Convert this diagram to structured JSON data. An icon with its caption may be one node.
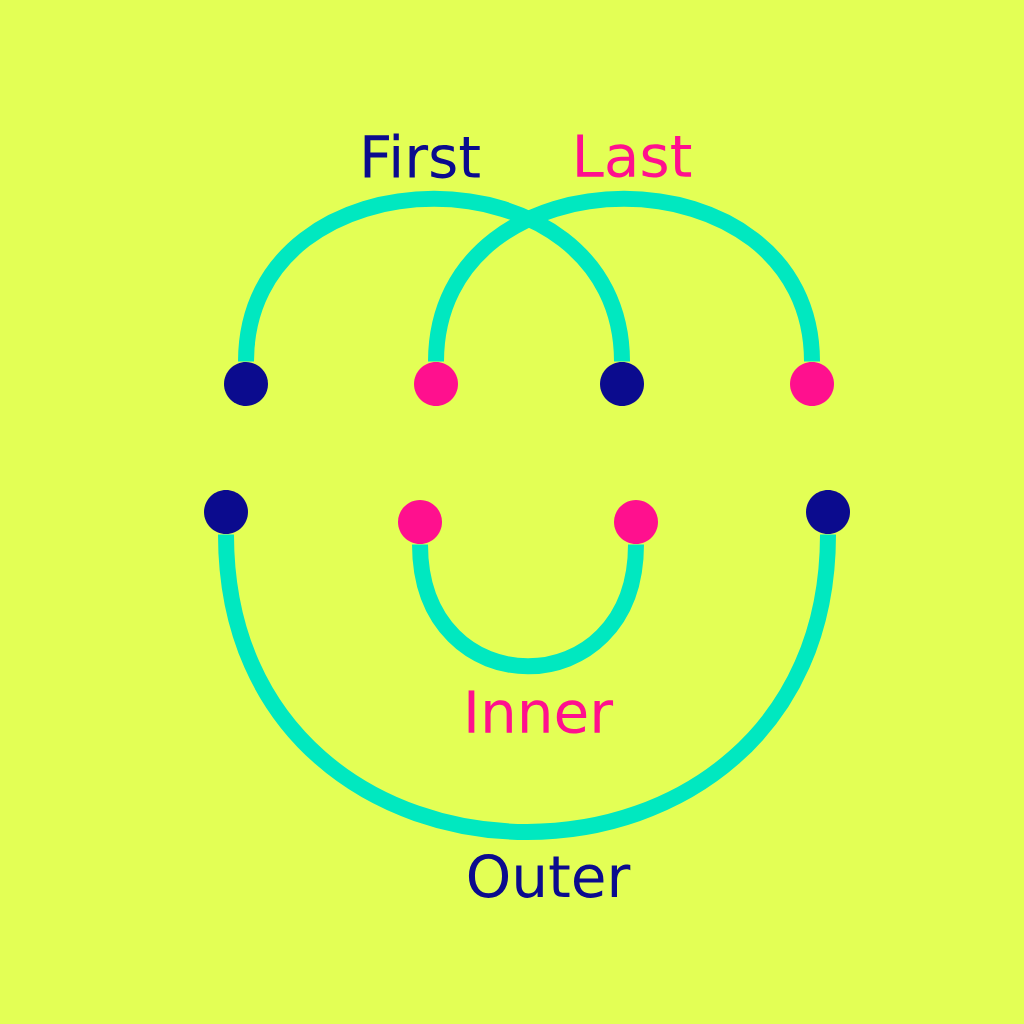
{
  "diagram": {
    "nodes": [
      {
        "text": [],
        "shape": "circle"
      },
      {
        "text": [],
        "shape": "circle"
      },
      {
        "text": [],
        "shape": "circle"
      },
      {
        "text": [],
        "shape": "circle"
      },
      {
        "text": [],
        "shape": "circle"
      },
      {
        "text": [],
        "shape": "circle"
      },
      {
        "text": [],
        "shape": "circle"
      },
      {
        "text": [],
        "shape": "circle"
      }
    ],
    "edges": [
      {
        "from": 0,
        "to": 2,
        "arrow": "none",
        "label": "First"
      },
      {
        "from": 1,
        "to": 3,
        "arrow": "none",
        "label": "Last"
      },
      {
        "from": 5,
        "to": 6,
        "arrow": "none",
        "label": "Inner"
      },
      {
        "from": 4,
        "to": 7,
        "arrow": "none",
        "label": "Outer"
      }
    ]
  }
}
